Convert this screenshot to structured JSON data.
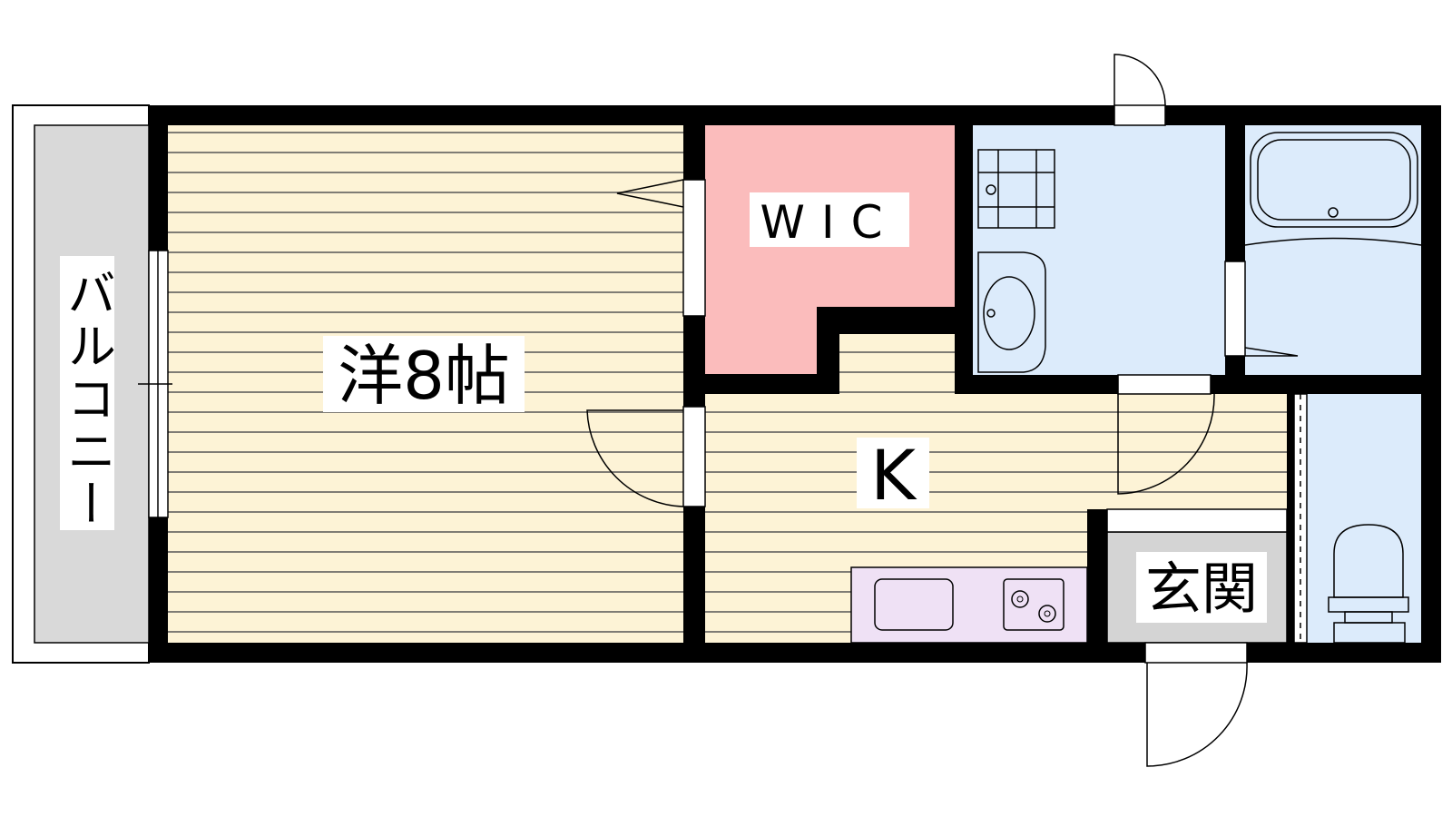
{
  "labels": {
    "balcony": "バルコニー",
    "western_room": "洋8帖",
    "wic": "WIC",
    "kitchen": "K",
    "entrance": "玄関"
  },
  "colors": {
    "floor_wood": "#fdf3d6",
    "wood_lines": "#555555",
    "wic_fill": "#fbbcbc",
    "wet_area_fill": "#dcebfb",
    "kitchen_counter": "#efe1f5",
    "entrance_fill": "#d4d4d4",
    "balcony_fill": "#d9d9d9",
    "wall": "#000000"
  }
}
